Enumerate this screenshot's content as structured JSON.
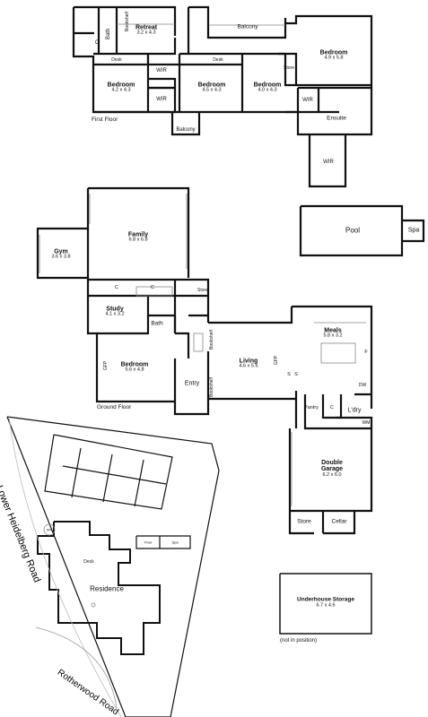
{
  "floors": {
    "first": "First Floor",
    "ground": "Ground Floor"
  },
  "first_floor": {
    "retreat": {
      "name": "Retreat",
      "dim": "3.2 x 4.3"
    },
    "bath": "Bath",
    "bookshelf": "Bookshelf",
    "balcony_top": "Balcony",
    "bedroom_main": {
      "name": "Bedroom",
      "dim": "4.9 x 5.8"
    },
    "desk_left": "Desk",
    "desk_mid": "Desk",
    "wir_left": "WIR",
    "store": "Store",
    "bedroom_a": {
      "name": "Bedroom",
      "dim": "4.2 x 4.3"
    },
    "bedroom_b": {
      "name": "Bedroom",
      "dim": "4.5 x 4.3"
    },
    "bedroom_c": {
      "name": "Bedroom",
      "dim": "4.0 x 4.3"
    },
    "wir_mid": "WIR",
    "wir_right": "WIR",
    "ensuite": "Ensuite",
    "wir_bottom": "WIR",
    "balcony_bottom": "Balcony",
    "c_mark": "C"
  },
  "ground_floor": {
    "family": {
      "name": "Family",
      "dim": "6.8 x 6.8"
    },
    "gym": {
      "name": "Gym",
      "dim": "3.6 x 3.8"
    },
    "pool": "Pool",
    "spa": "Spa",
    "study": {
      "name": "Study",
      "dim": "4.1 x 3.2"
    },
    "bath": "Bath",
    "store": "Store",
    "bedroom": {
      "name": "Bedroom",
      "dim": "5.6 x 4.8"
    },
    "entry": "Entry",
    "living": {
      "name": "Living",
      "dim": "4.6 x 5.6"
    },
    "meals": {
      "name": "Meals",
      "dim": "5.8 x 3.2"
    },
    "pantry": "Pantry",
    "laundry": "L'dry",
    "garage": {
      "name": "Double",
      "name2": "Garage",
      "dim": "6.2 x 6.0"
    },
    "garage_store": "Store",
    "cellar": "Cellar",
    "bookshelf": "Bookshelf",
    "c_mark": "C",
    "s_mark": "S",
    "f_mark": "F",
    "dw_mark": "DW",
    "wm_mark": "WM",
    "gfp_mark": "GFP"
  },
  "site": {
    "road_left": "Lower Heidelberg Road",
    "road_bottom": "Rotherwood Road",
    "residence": "Residence",
    "deck": "Deck",
    "pool": "Pool",
    "spa": "Spa",
    "wt": "WT"
  },
  "storage": {
    "name": "Underhouse Storage",
    "dim": "6.7 x 4.6"
  },
  "note": "(not in position)"
}
